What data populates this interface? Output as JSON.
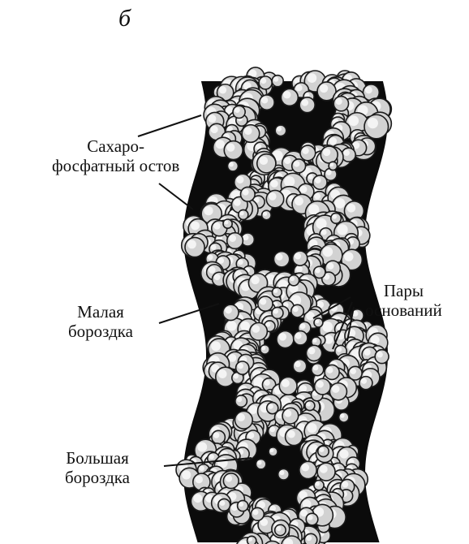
{
  "figure": {
    "letter": "б"
  },
  "labels": {
    "sugar_phosphate_backbone": {
      "line1": "Сахаро-",
      "line2": "фосфатный остов"
    },
    "minor_groove": {
      "line1": "Малая",
      "line2": "бороздка"
    },
    "base_pairs": {
      "line1": "Пары",
      "line2": "оснований"
    },
    "major_groove": {
      "line1": "Большая",
      "line2": "бороздка"
    }
  },
  "colors": {
    "background": "#ffffff",
    "helix_core": "#0b0b0b",
    "atom_fill": "#d2d2d2",
    "atom_highlight": "#f4f4f4",
    "atom_outline": "#1a1a1a",
    "text": "#111111"
  },
  "icons": [
    "dna-double-helix-icon"
  ]
}
